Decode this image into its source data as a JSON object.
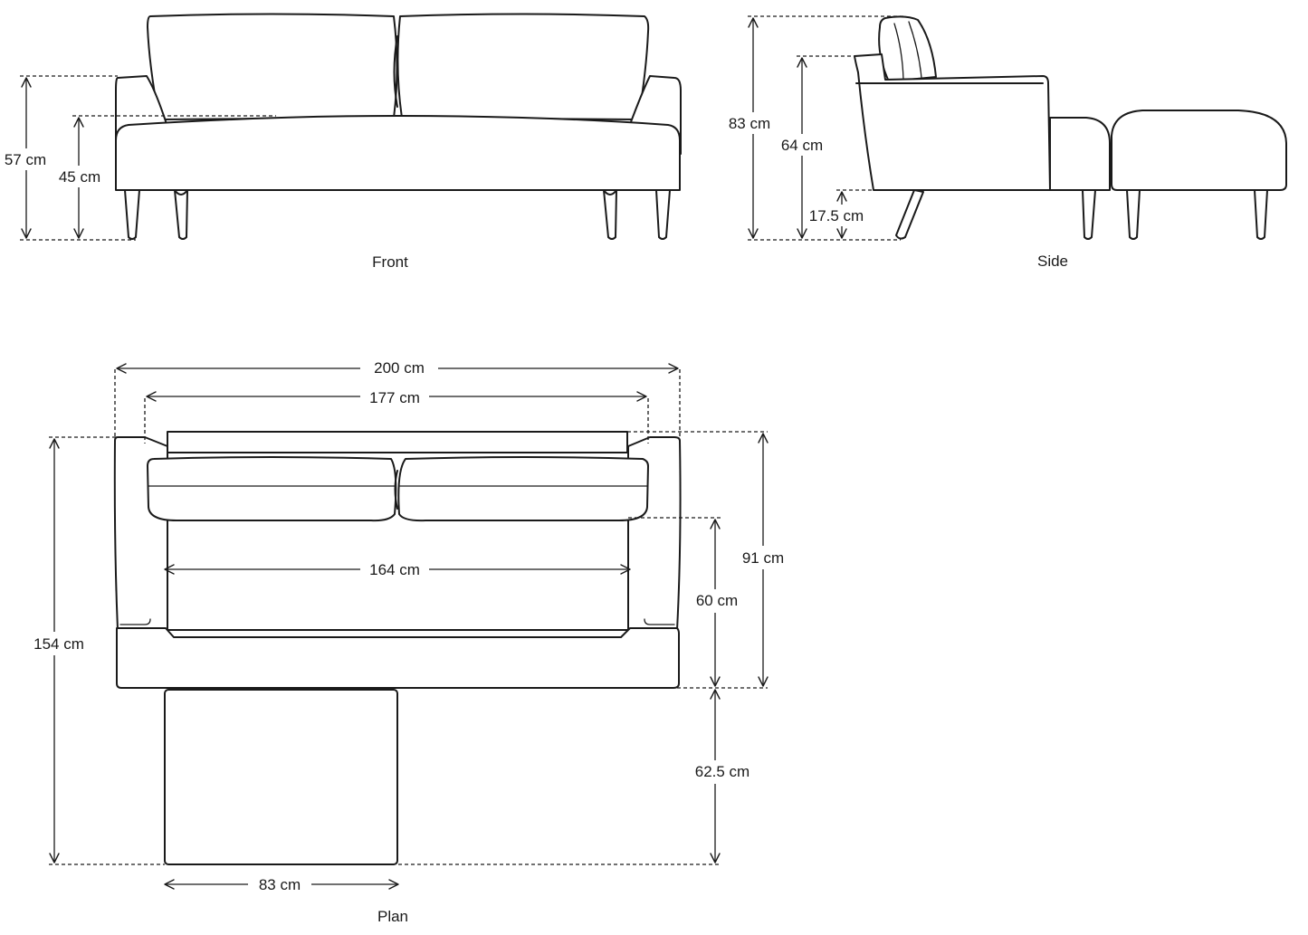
{
  "colors": {
    "line": "#1a1a1a",
    "background": "#ffffff"
  },
  "views": {
    "front": "Front",
    "side": "Side",
    "plan": "Plan"
  },
  "dimensions": {
    "front_total_height": "57 cm",
    "front_seat_height": "45 cm",
    "side_back_height": "83 cm",
    "side_arm_height": "64 cm",
    "side_leg_height": "17.5 cm",
    "plan_total_width": "200 cm",
    "plan_back_width": "177 cm",
    "plan_seat_width": "164 cm",
    "plan_total_depth": "154 cm",
    "plan_sofa_depth": "91 cm",
    "plan_seat_depth": "60 cm",
    "plan_ottoman_depth": "62.5 cm",
    "plan_ottoman_width": "83 cm"
  }
}
